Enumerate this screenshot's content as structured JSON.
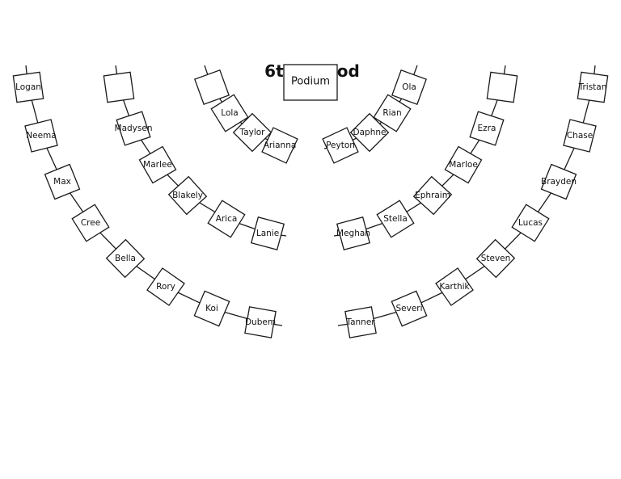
{
  "title": "6th Period",
  "podium": {
    "label": "Podium"
  },
  "rows": [
    {
      "id": "left-outer",
      "seats": [
        "Logan",
        "Neema",
        "Max",
        "Cree",
        "Bella",
        "Rory",
        "Koi",
        "Dubem"
      ]
    },
    {
      "id": "left-middle",
      "seats": [
        "",
        "Madysen",
        "Marlee",
        "Blakely",
        "Arica",
        "Lanie"
      ]
    },
    {
      "id": "left-inner",
      "seats": [
        "",
        "Lola",
        "Taylor",
        "Arianna"
      ]
    },
    {
      "id": "right-inner",
      "seats": [
        "Ola",
        "Rian",
        "Daphne",
        "Peyton"
      ]
    },
    {
      "id": "right-middle",
      "seats": [
        "",
        "Ezra",
        "Marloe",
        "Ephraim",
        "Stella",
        "Meghan"
      ]
    },
    {
      "id": "right-outer",
      "seats": [
        "Tristan",
        "Chase",
        "Brayden",
        "Lucas",
        "Steven",
        "Karthik",
        "Severi",
        "Tanner"
      ]
    }
  ]
}
